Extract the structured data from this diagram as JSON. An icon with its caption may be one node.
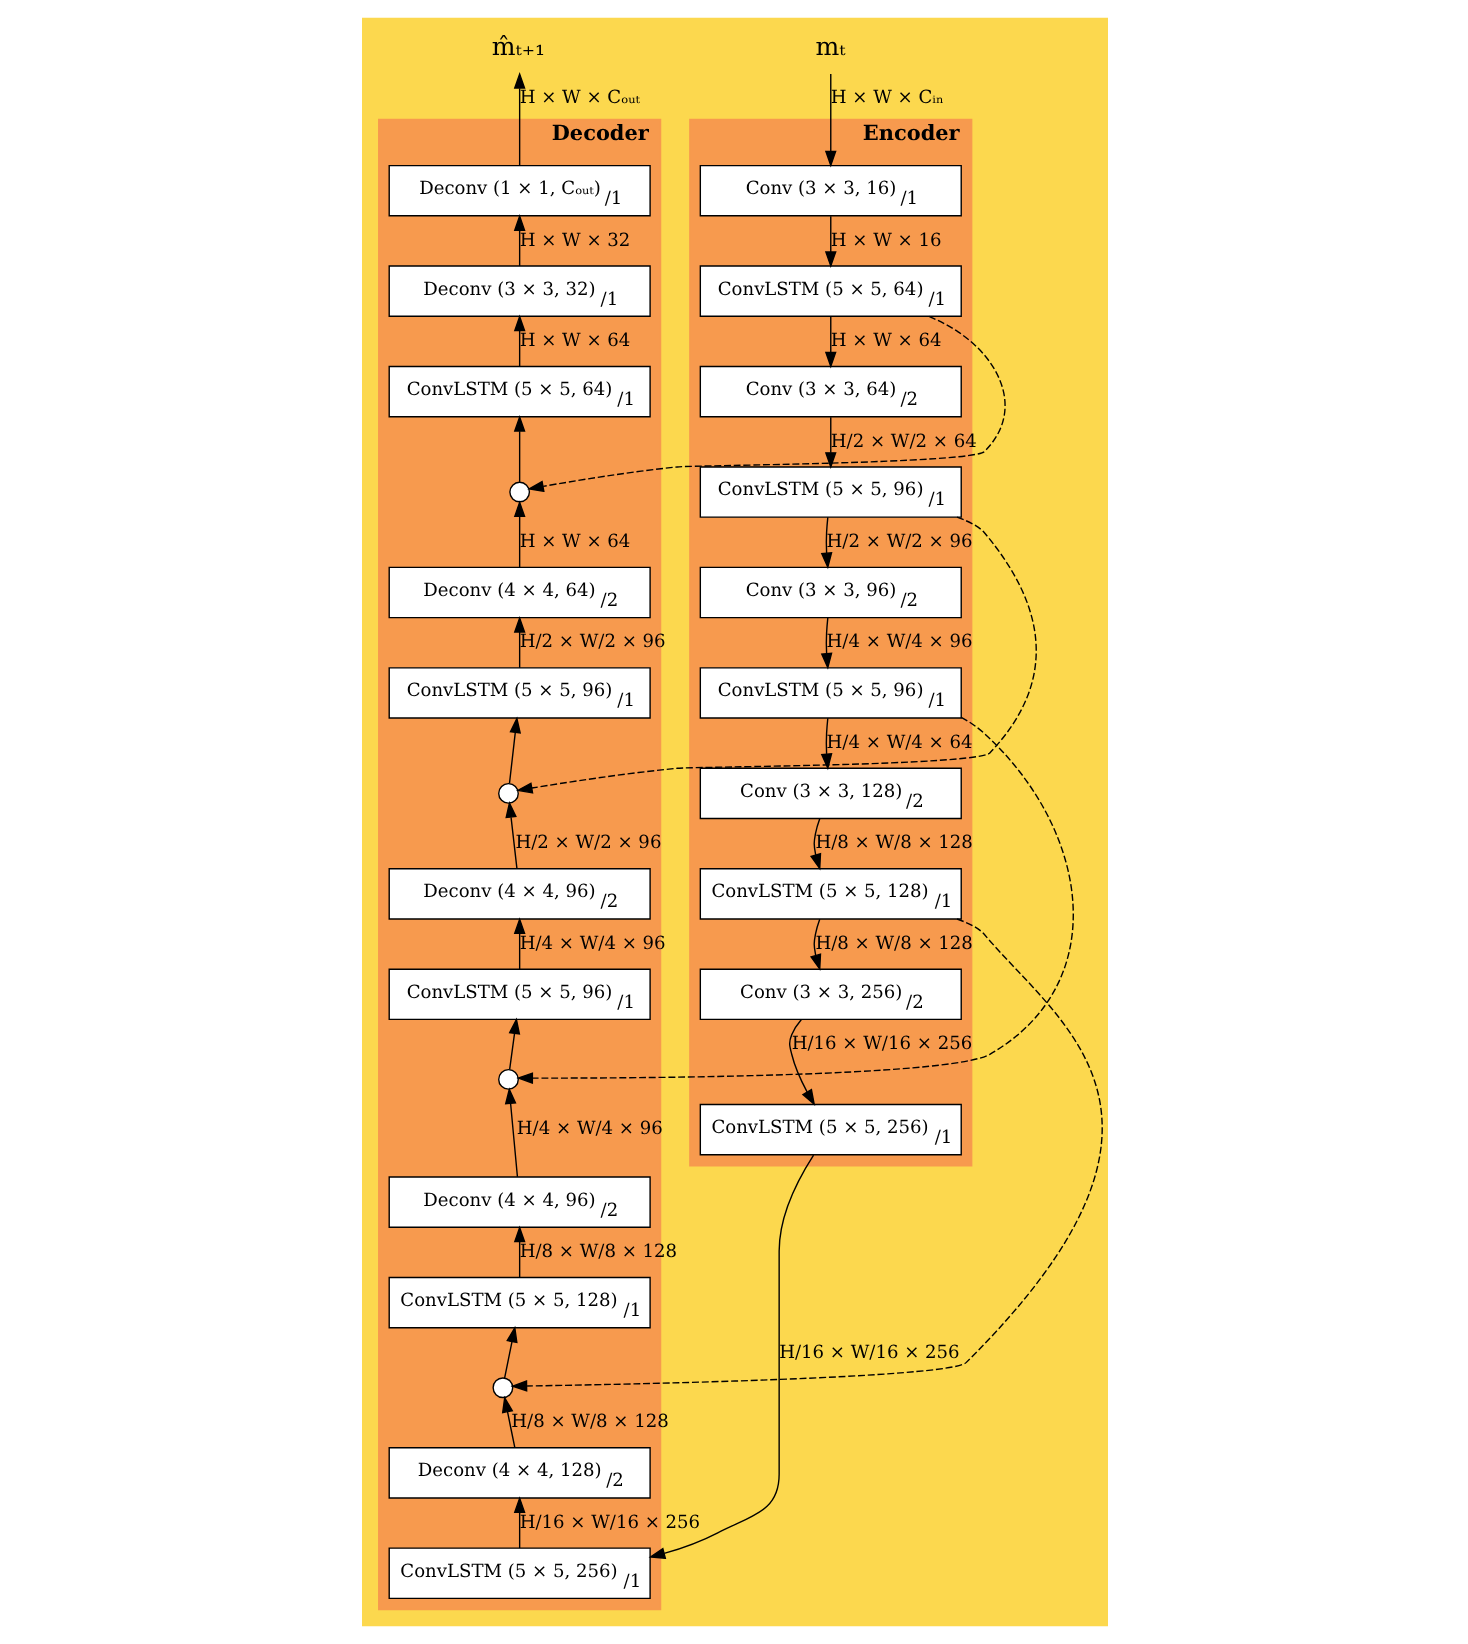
{
  "diagram": {
    "nodes": [
      {
        "text": [
          "m̂ₜ₊₁"
        ]
      },
      {
        "text": [
          "mₜ"
        ]
      },
      {
        "text": [
          "Encoder"
        ]
      },
      {
        "text": [
          "Conv (3 × 3, 16)$_{/1}$"
        ],
        "in": 2
      },
      {
        "text": [
          "ConvLSTM (5 × 5, 64)$_{/1}$"
        ],
        "in": 2
      },
      {
        "text": [
          "Conv (3 × 3, 64)$_{/2}$"
        ],
        "in": 2
      },
      {
        "text": [
          "ConvLSTM (5 × 5, 96)$_{/1}$"
        ],
        "in": 2
      },
      {
        "text": [
          "Conv (3 × 3, 96)$_{/2}$"
        ],
        "in": 2
      },
      {
        "text": [
          "ConvLSTM (5 × 5, 96)$_{/1}$"
        ],
        "in": 2
      },
      {
        "text": [
          "Conv (3 × 3, 128)$_{/2}$"
        ],
        "in": 2
      },
      {
        "text": [
          "ConvLSTM (5 × 5, 128)$_{/1}$"
        ],
        "in": 2
      },
      {
        "text": [
          "Conv (3 × 3, 256)$_{/2}$"
        ],
        "in": 2
      },
      {
        "text": [
          "ConvLSTM (5 × 5, 256)$_{/1}$"
        ],
        "in": 2
      },
      {
        "text": [
          "Decoder"
        ]
      },
      {
        "text": [
          "Deconv (1 × 1, Cₒᵤₜ)$_{/1}$"
        ],
        "in": 13
      },
      {
        "text": [
          "Deconv (3 × 3, 32)$_{/1}$"
        ],
        "in": 13
      },
      {
        "text": [
          "ConvLSTM (5 × 5, 64)$_{/1}$"
        ],
        "in": 13
      },
      {
        "text": [],
        "shape": "circle",
        "in": 13
      },
      {
        "text": [
          "Deconv (4 × 4, 64)$_{/2}$"
        ],
        "in": 13
      },
      {
        "text": [
          "ConvLSTM (5 × 5, 96)$_{/1}$"
        ],
        "in": 13
      },
      {
        "text": [],
        "shape": "circle",
        "in": 13
      },
      {
        "text": [
          "Deconv (4 × 4, 96)$_{/2}$"
        ],
        "in": 13
      },
      {
        "text": [
          "ConvLSTM (5 × 5, 96)$_{/1}$"
        ],
        "in": 13
      },
      {
        "text": [],
        "shape": "circle",
        "in": 13
      },
      {
        "text": [
          "Deconv (4 × 4, 96)$_{/2}$"
        ],
        "in": 13
      },
      {
        "text": [
          "ConvLSTM (5 × 5, 128)$_{/1}$"
        ],
        "in": 13
      },
      {
        "text": [],
        "shape": "circle",
        "in": 13
      },
      {
        "text": [
          "Deconv (4 × 4, 128)$_{/2}$"
        ],
        "in": 13
      },
      {
        "text": [
          "ConvLSTM (5 × 5, 256)$_{/1}$"
        ],
        "in": 13
      }
    ],
    "edges": [
      {
        "from": 1,
        "to": 3,
        "arrow": "to",
        "label": "H × W × Cᵢₙ"
      },
      {
        "from": 3,
        "to": 4,
        "arrow": "to",
        "label": "H × W × 16"
      },
      {
        "from": 4,
        "to": 5,
        "arrow": "to",
        "label": "H × W × 64"
      },
      {
        "from": 5,
        "to": 6,
        "arrow": "to",
        "label": "H/2 × W/2 × 64"
      },
      {
        "from": 6,
        "to": 7,
        "arrow": "to",
        "label": "H/2 × W/2 × 96"
      },
      {
        "from": 7,
        "to": 8,
        "arrow": "to",
        "label": "H/4 × W/4 × 96"
      },
      {
        "from": 8,
        "to": 9,
        "arrow": "to",
        "label": "H/4 × W/4 × 64"
      },
      {
        "from": 9,
        "to": 10,
        "arrow": "to",
        "label": "H/8 × W/8 × 128"
      },
      {
        "from": 10,
        "to": 11,
        "arrow": "to",
        "label": "H/8 × W/8 × 128"
      },
      {
        "from": 11,
        "to": 12,
        "arrow": "to",
        "label": "H/16 × W/16 × 256"
      },
      {
        "from": 12,
        "to": 28,
        "arrow": "to",
        "label": "H/16 × W/16 × 256"
      },
      {
        "from": 28,
        "to": 27,
        "arrow": "to",
        "label": "H/16 × W/16 × 256"
      },
      {
        "from": 27,
        "to": 26,
        "arrow": "to",
        "label": "H/8 × W/8 × 128"
      },
      {
        "from": 26,
        "to": 25,
        "arrow": "to"
      },
      {
        "from": 25,
        "to": 24,
        "arrow": "to",
        "label": "H/8 × W/8 × 128"
      },
      {
        "from": 24,
        "to": 23,
        "arrow": "to",
        "label": "H/4 × W/4 × 96"
      },
      {
        "from": 23,
        "to": 22,
        "arrow": "to"
      },
      {
        "from": 22,
        "to": 21,
        "arrow": "to",
        "label": "H/4 × W/4 × 96"
      },
      {
        "from": 21,
        "to": 20,
        "arrow": "to",
        "label": "H/2 × W/2 × 96"
      },
      {
        "from": 20,
        "to": 19,
        "arrow": "to"
      },
      {
        "from": 19,
        "to": 18,
        "arrow": "to",
        "label": "H/2 × W/2 × 96"
      },
      {
        "from": 18,
        "to": 17,
        "arrow": "to",
        "label": "H × W × 64"
      },
      {
        "from": 17,
        "to": 16,
        "arrow": "to"
      },
      {
        "from": 16,
        "to": 15,
        "arrow": "to",
        "label": "H × W × 64"
      },
      {
        "from": 15,
        "to": 14,
        "arrow": "to",
        "label": "H × W × 32"
      },
      {
        "from": 14,
        "to": 0,
        "arrow": "to",
        "label": "H × W × Cₒᵤₜ"
      },
      {
        "from": 4,
        "to": 17,
        "arrow": "to",
        "style": "dashed"
      },
      {
        "from": 6,
        "to": 20,
        "arrow": "to",
        "style": "dashed"
      },
      {
        "from": 8,
        "to": 23,
        "arrow": "to",
        "style": "dashed"
      },
      {
        "from": 10,
        "to": 26,
        "arrow": "to",
        "style": "dashed"
      }
    ]
  }
}
